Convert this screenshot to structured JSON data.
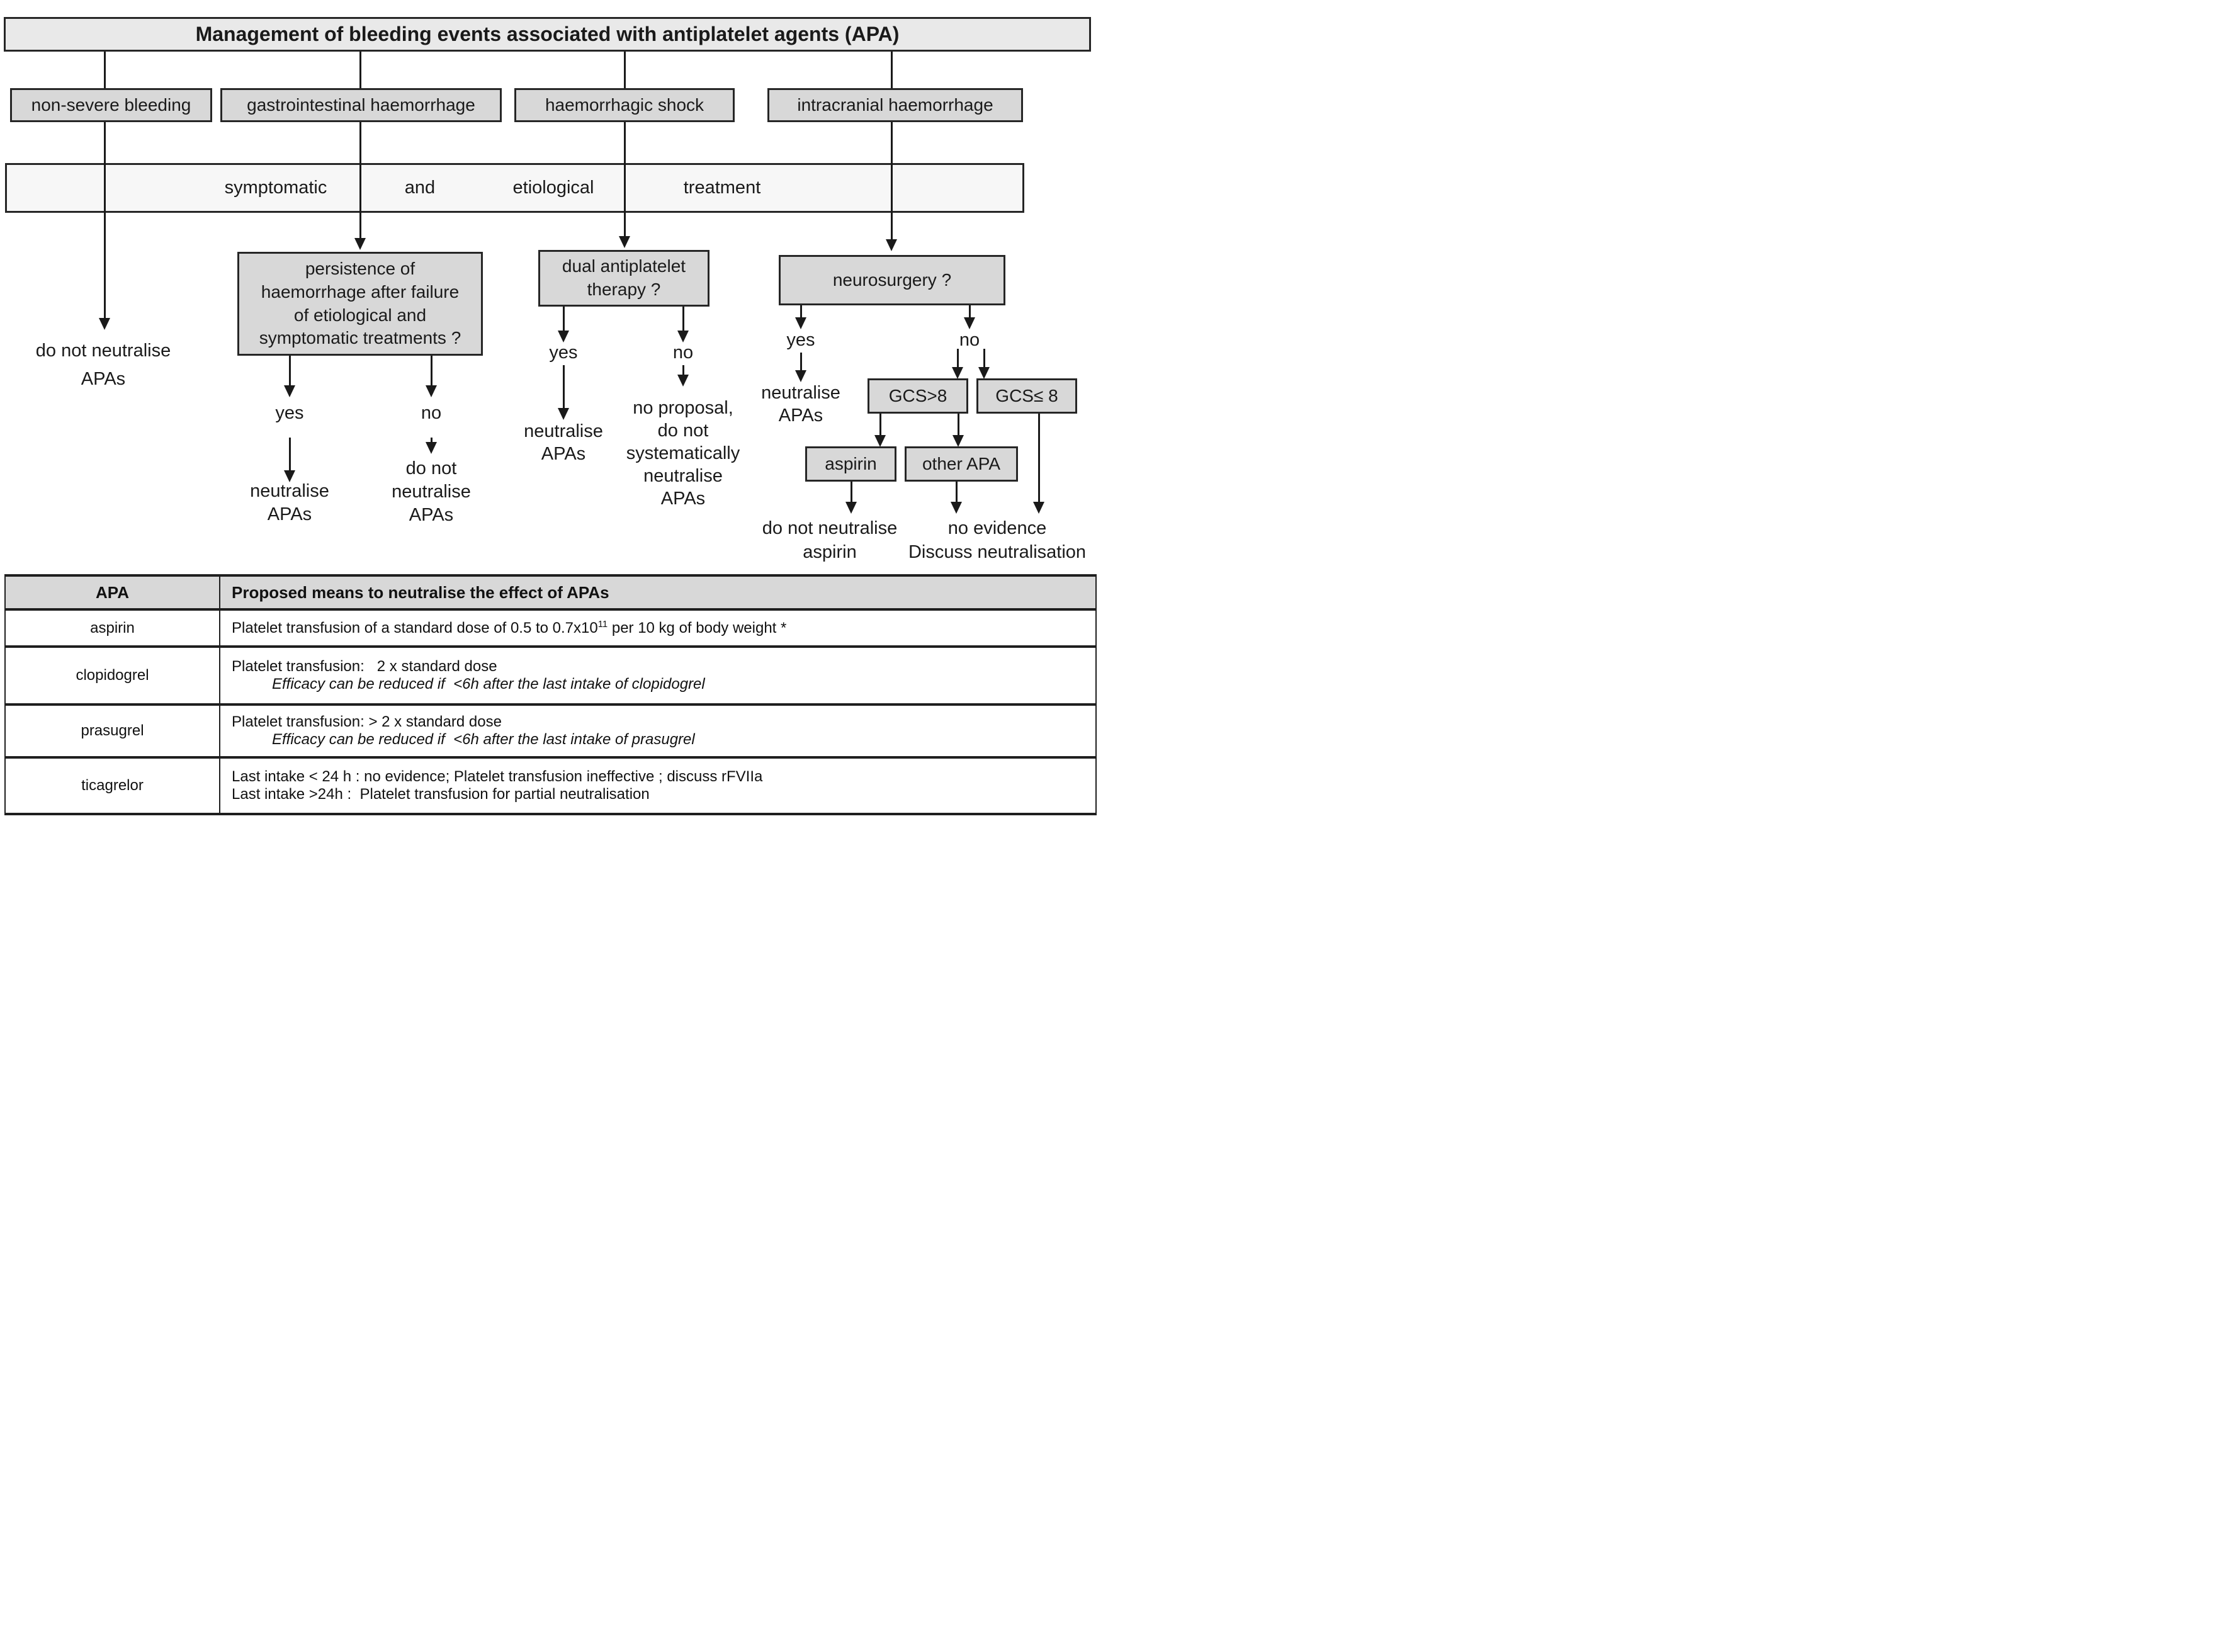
{
  "title": "Management of bleeding events associated with antiplatelet agents (APA)",
  "colors": {
    "box_fill": "#d8d8d8",
    "title_fill": "#e9e9e9",
    "bar_fill": "#f7f7f7",
    "table_header_fill": "#d8d8d8",
    "line": "#1a1a1a"
  },
  "categories": {
    "non_severe": "non-severe bleeding",
    "gastrointestinal": "gastrointestinal haemorrhage",
    "shock": "haemorrhagic shock",
    "intracranial": "intracranial haemorrhage"
  },
  "treatment_bar": [
    "symptomatic",
    "and",
    "etiological",
    "treatment"
  ],
  "branch_labels": {
    "yes": "yes",
    "no": "no"
  },
  "decisions": {
    "persistence": [
      "persistence of",
      "haemorrhage after failure",
      "of etiological and",
      "symptomatic treatments ?"
    ],
    "dual": [
      "dual antiplatelet",
      "therapy ?"
    ],
    "neurosurgery": "neurosurgery ?",
    "gcs_high": "GCS>8",
    "gcs_low": "GCS≤ 8",
    "aspirin": "aspirin",
    "other_apa": "other APA"
  },
  "outcomes": {
    "non_severe": [
      "do not neutralise",
      "APAs"
    ],
    "persistence_yes": [
      "neutralise",
      "APAs"
    ],
    "persistence_no": [
      "do not",
      "neutralise",
      "APAs"
    ],
    "dual_yes": [
      "neutralise",
      "APAs"
    ],
    "dual_no": [
      "no proposal,",
      "do not",
      "systematically",
      "neutralise",
      "APAs"
    ],
    "neuro_yes": [
      "neutralise",
      "APAs"
    ],
    "aspirin_out": [
      "do not neutralise",
      "aspirin"
    ],
    "other_apa_out": [
      "no evidence",
      "Discuss neutralisation"
    ]
  },
  "table": {
    "headers": [
      "APA",
      "Proposed means to neutralise the effect of APAs"
    ],
    "rows": [
      {
        "apa": "aspirin",
        "line1_pre": "Platelet transfusion of a standard dose of 0.5 to 0.7x10",
        "line1_sup": "11",
        "line1_post": " per 10 kg of body weight *"
      },
      {
        "apa": "clopidogrel",
        "line1": "Platelet transfusion:   2 x standard dose",
        "line2_italic": "Efficacy can be reduced if  <6h after the last intake of clopidogrel"
      },
      {
        "apa": "prasugrel",
        "line1": "Platelet transfusion: > 2 x standard dose",
        "line2_italic": "Efficacy can be reduced if  <6h after the last intake of prasugrel"
      },
      {
        "apa": "ticagrelor",
        "line1": "Last intake < 24 h : no evidence; Platelet transfusion ineffective ; discuss rFVIIa",
        "line2": "Last intake >24h :  Platelet transfusion for partial neutralisation"
      }
    ]
  }
}
